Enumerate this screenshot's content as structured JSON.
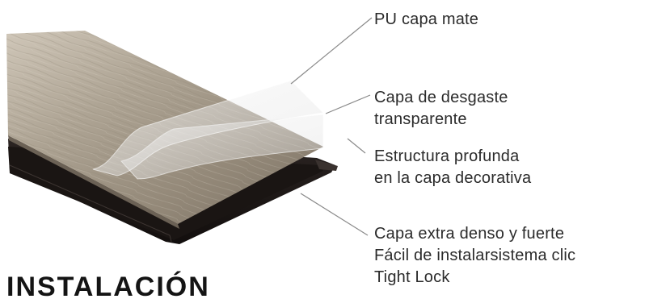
{
  "layers": [
    {
      "id": "pu",
      "lines": [
        "PU capa mate"
      ]
    },
    {
      "id": "wear",
      "lines": [
        "Capa de desgaste",
        "transparente"
      ]
    },
    {
      "id": "texture",
      "lines": [
        "Estructura profunda",
        "en la capa decorativa"
      ]
    },
    {
      "id": "core",
      "lines": [
        "Capa extra denso y fuerte",
        "Fácil de instalarsistema clic",
        "Tight Lock"
      ]
    }
  ],
  "heading": "INSTALACIÓN",
  "colors": {
    "wood_light": "#b5aa9a",
    "wood_dark": "#7d7366",
    "core": "#231d1b",
    "leader_line": "#8a8a8a",
    "text": "#2b2b2b"
  }
}
